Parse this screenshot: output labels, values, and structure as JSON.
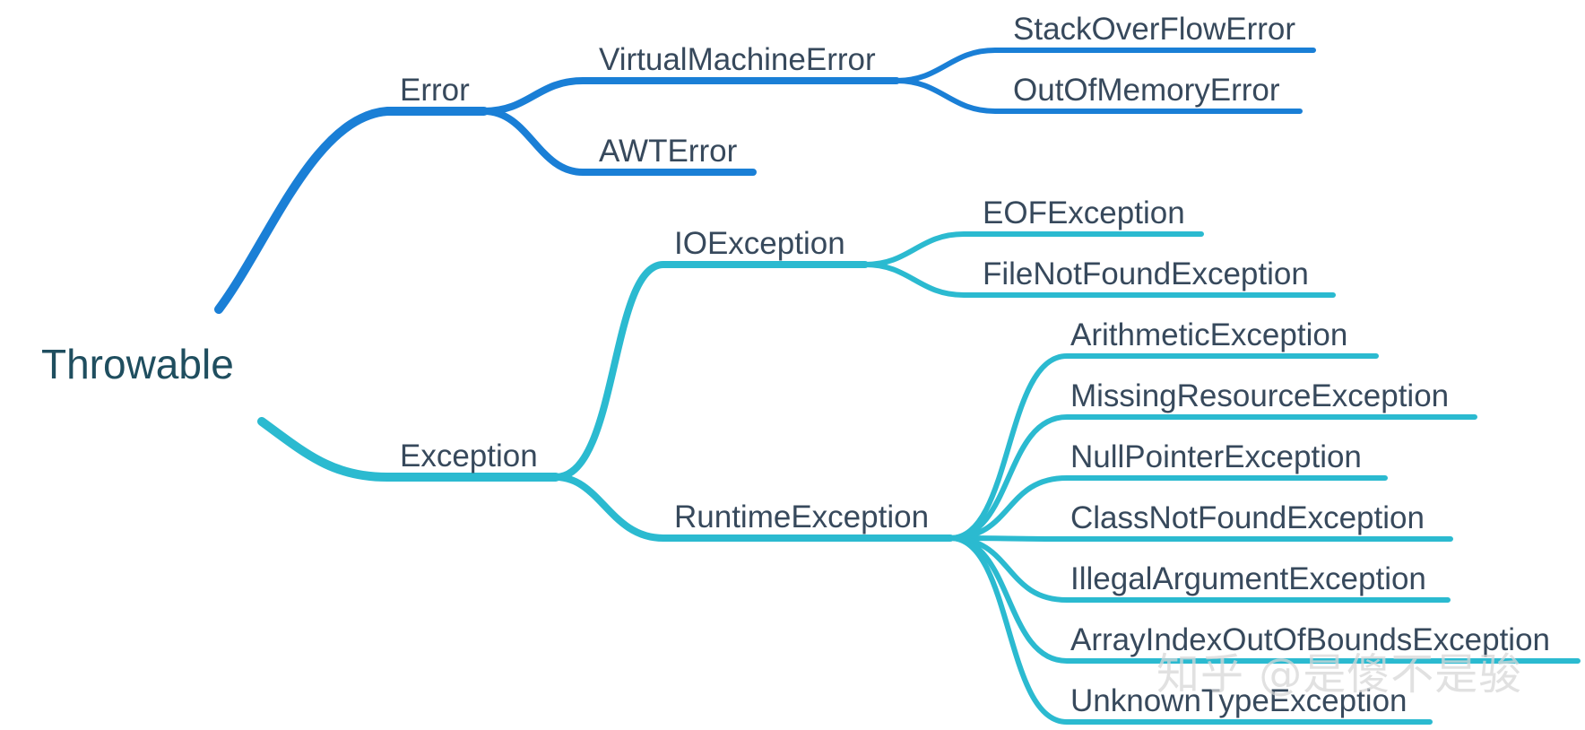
{
  "colors": {
    "error_branch": "#1a7fd6",
    "exception_branch": "#2bbad0",
    "label_text": "#37495c",
    "root_text": "#1f4e5f"
  },
  "diagram": {
    "root": "Throwable",
    "error": {
      "label": "Error",
      "children": {
        "vme": {
          "label": "VirtualMachineError",
          "children": {
            "soe": "StackOverFlowError",
            "oome": "OutOfMemoryError"
          }
        },
        "awt": "AWTError"
      }
    },
    "exception": {
      "label": "Exception",
      "children": {
        "io": {
          "label": "IOException",
          "children": {
            "eof": "EOFException",
            "fnf": "FileNotFoundException"
          }
        },
        "runtime": {
          "label": "RuntimeException",
          "children": [
            "ArithmeticException",
            "MissingResourceException",
            "NullPointerException",
            "ClassNotFoundException",
            "IllegalArgumentException",
            "ArrayIndexOutOfBoundsException",
            "UnknownTypeException"
          ]
        }
      }
    }
  },
  "watermark": "知乎 @是傻不是骏"
}
